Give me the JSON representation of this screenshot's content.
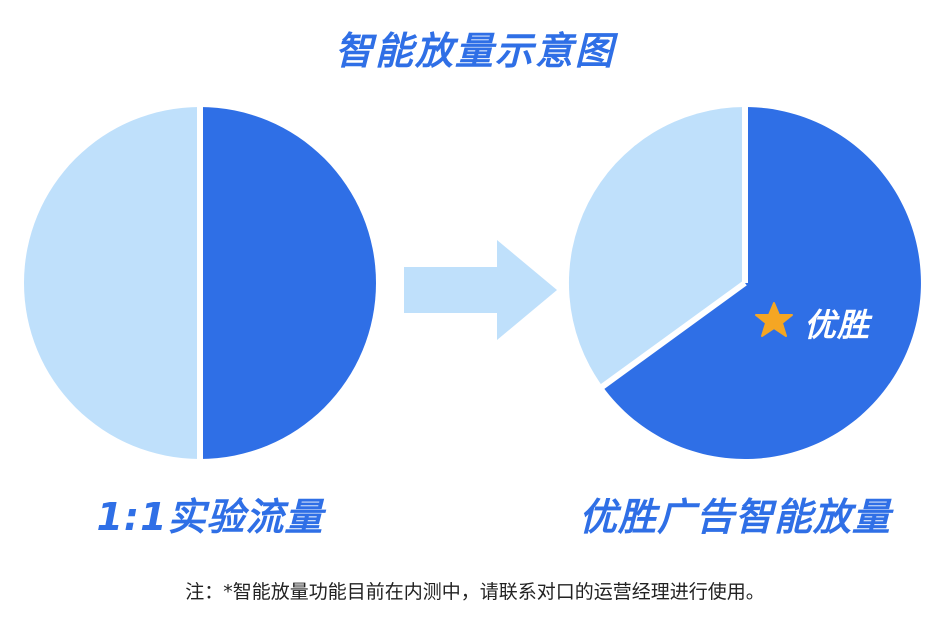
{
  "title": "智能放量示意图",
  "left_caption": "1:1实验流量",
  "right_caption": "优胜广告智能放量",
  "winner_label": "优胜",
  "footnote": "注：*智能放量功能目前在内测中，请联系对口的运营经理进行使用。",
  "icons": {
    "star": "star-icon",
    "arrow": "right-arrow-icon"
  },
  "colors": {
    "primary": "#2f6fe6",
    "light": "#bfe0fb",
    "star": "#f5a623"
  },
  "traffic": {
    "experiment_split": [
      0.5,
      0.5
    ],
    "smart_split": {
      "winner": 0.65,
      "other": 0.35
    }
  }
}
